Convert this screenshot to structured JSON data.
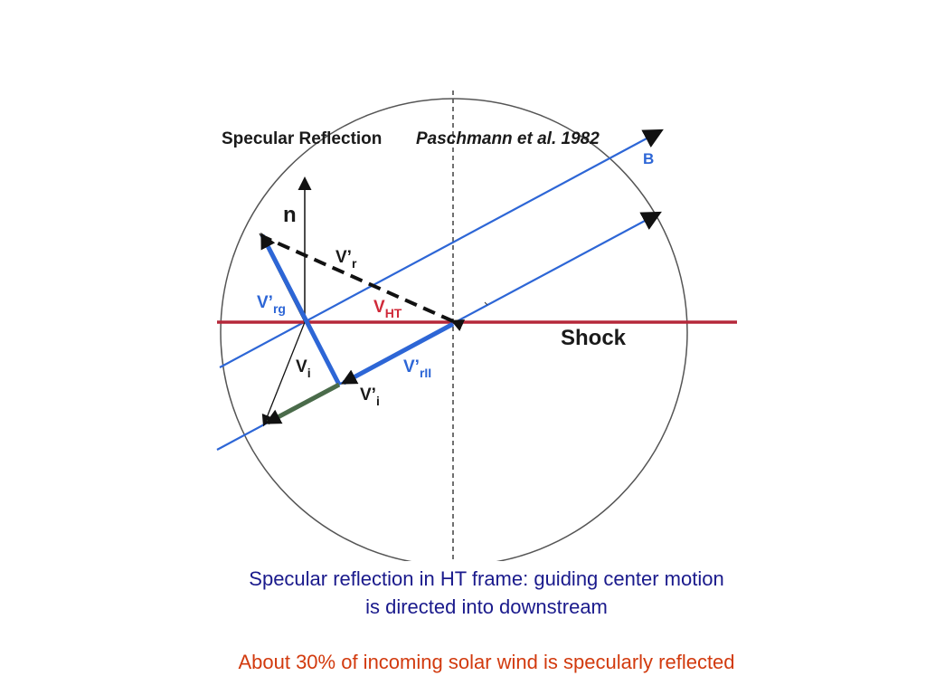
{
  "diagram": {
    "title": "Specular Reflection",
    "reference": "Paschmann et al. 1982",
    "labels": {
      "field": "B",
      "normal": "n",
      "shock": "Shock",
      "v_reflected": "V’",
      "v_reflected_sub": "r",
      "v_gyration": "V’",
      "v_gyration_sub": "rg",
      "v_ht": "V",
      "v_ht_sub": "HT",
      "v_incident": "V",
      "v_incident_sub": "i",
      "v_parallel": "V’",
      "v_parallel_sub": "rII",
      "v_incident_prime": "V’",
      "v_incident_prime_sub": "i"
    },
    "colors": {
      "field_lines": "#2d66d6",
      "shock": "#b5283a",
      "gyration_vector": "#2d66d6",
      "incident_prime_vector": "#4a6b4a",
      "text": "#1a1a1a",
      "ht_label": "#d02a3a",
      "field_label": "#2d66d6"
    }
  },
  "caption": {
    "line1": "Specular reflection in  HT frame: guiding center motion",
    "line2": "is directed into downstream",
    "note": "About 30% of incoming solar wind is specularly reflected"
  }
}
